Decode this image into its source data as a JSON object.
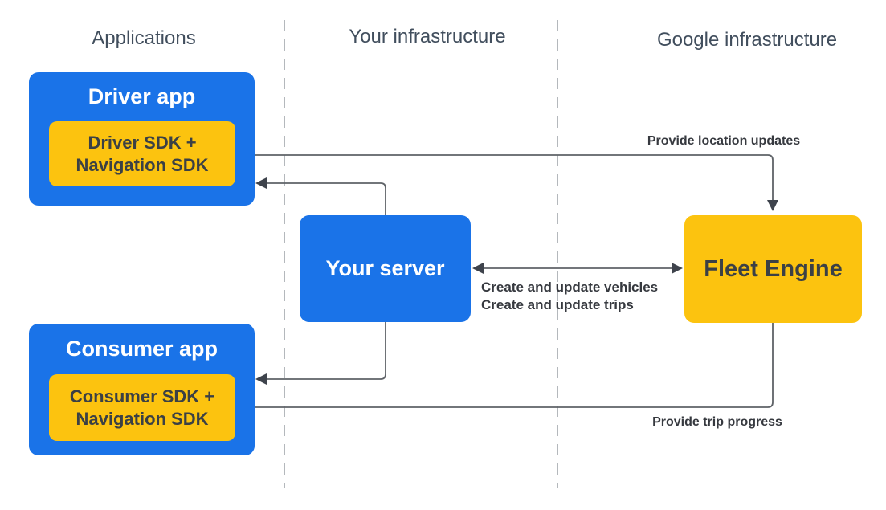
{
  "colors": {
    "blue": "#1a73e8",
    "yellow": "#fcc30f",
    "line": "#5f6368",
    "arrow": "#3e434c",
    "dash": "#a2a7ac",
    "header_text": "#414e5d",
    "dark_text": "#3b4045",
    "label_text": "#36393f"
  },
  "headers": {
    "applications": "Applications",
    "your_infrastructure": "Your infrastructure",
    "google_infrastructure": "Google infrastructure"
  },
  "nodes": {
    "driver_app": {
      "title": "Driver app",
      "sdk_line1": "Driver SDK +",
      "sdk_line2": "Navigation SDK"
    },
    "consumer_app": {
      "title": "Consumer app",
      "sdk_line1": "Consumer SDK +",
      "sdk_line2": "Navigation SDK"
    },
    "your_server": {
      "title": "Your server"
    },
    "fleet_engine": {
      "title": "Fleet Engine"
    }
  },
  "edge_labels": {
    "provide_location_updates": "Provide location updates",
    "create_update_vehicles": "Create and update vehicles",
    "create_update_trips": "Create and update trips",
    "provide_trip_progress": "Provide trip progress"
  }
}
